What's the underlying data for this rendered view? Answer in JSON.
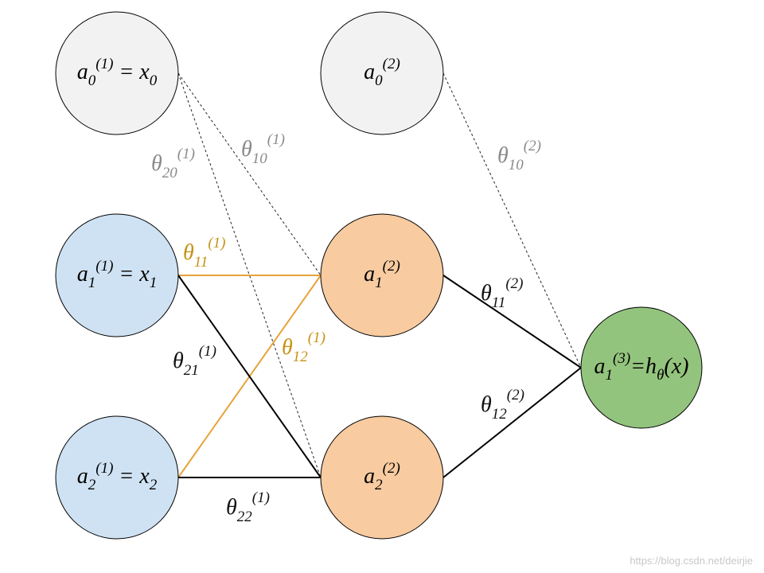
{
  "colors": {
    "bias_fill": "#f2f2f2",
    "input_fill": "#cfe2f3",
    "hidden_fill": "#f8cba0",
    "output_fill": "#93c47d",
    "node_stroke": "#000000",
    "solid_edge": "#000000",
    "highlight_edge": "#e6a33a",
    "bias_edge": "#222222",
    "bias_label": "#8a8a8a",
    "highlight_label": "#c69214",
    "dark_label": "#111111"
  },
  "nodes": {
    "a0_1": {
      "letter": "a",
      "sub": "0",
      "sup": "(1)",
      "eq": " = x",
      "eq_sub": "0"
    },
    "a1_1": {
      "letter": "a",
      "sub": "1",
      "sup": "(1)",
      "eq": " = x",
      "eq_sub": "1"
    },
    "a2_1": {
      "letter": "a",
      "sub": "2",
      "sup": "(1)",
      "eq": " = x",
      "eq_sub": "2"
    },
    "a0_2": {
      "letter": "a",
      "sub": "0",
      "sup": "(2)"
    },
    "a1_2": {
      "letter": "a",
      "sub": "1",
      "sup": "(2)"
    },
    "a2_2": {
      "letter": "a",
      "sub": "2",
      "sup": "(2)"
    },
    "a1_3": {
      "letter": "a",
      "sub": "1",
      "sup": "(3)",
      "eq": "=h",
      "eq_sub": "θ",
      "tail": "(x)"
    }
  },
  "weights": {
    "t10_1": {
      "symbol": "θ",
      "sub": "10",
      "sup": "(1)"
    },
    "t20_1": {
      "symbol": "θ",
      "sub": "20",
      "sup": "(1)"
    },
    "t11_1": {
      "symbol": "θ",
      "sub": "11",
      "sup": "(1)"
    },
    "t21_1": {
      "symbol": "θ",
      "sub": "21",
      "sup": "(1)"
    },
    "t12_1": {
      "symbol": "θ",
      "sub": "12",
      "sup": "(1)"
    },
    "t22_1": {
      "symbol": "θ",
      "sub": "22",
      "sup": "(1)"
    },
    "t10_2": {
      "symbol": "θ",
      "sub": "10",
      "sup": "(2)"
    },
    "t11_2": {
      "symbol": "θ",
      "sub": "11",
      "sup": "(2)"
    },
    "t12_2": {
      "symbol": "θ",
      "sub": "12",
      "sup": "(2)"
    }
  },
  "watermark": "https://blog.csdn.net/deirjie"
}
